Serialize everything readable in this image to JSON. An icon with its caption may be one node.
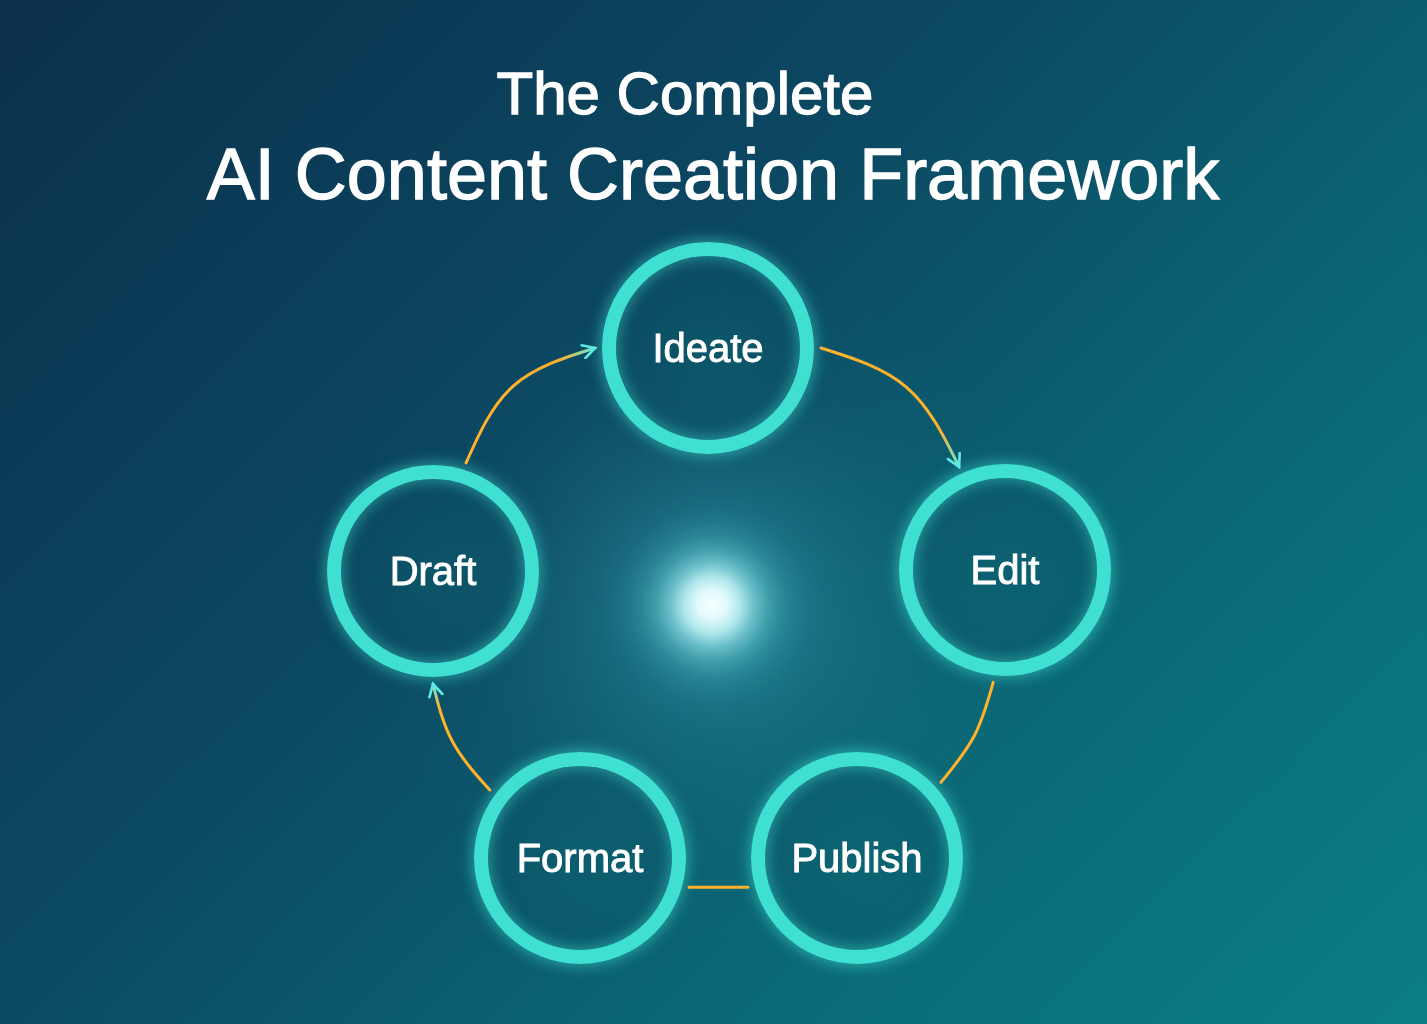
{
  "diagram": {
    "title": "The Complete AI Content Creation Framework",
    "nodes": [
      {
        "text": [
          "Ideate"
        ]
      },
      {
        "text": [
          "Draft"
        ]
      },
      {
        "text": [
          "Edit"
        ]
      },
      {
        "text": [
          "Format"
        ]
      },
      {
        "text": [
          "Publish"
        ]
      }
    ],
    "edges": [
      {
        "from": 0,
        "to": 2,
        "arrow": "to"
      },
      {
        "from": 2,
        "to": 4,
        "arrow": "none"
      },
      {
        "from": 4,
        "to": 3,
        "arrow": "none"
      },
      {
        "from": 3,
        "to": 1,
        "arrow": "to"
      },
      {
        "from": 1,
        "to": 0,
        "arrow": "to"
      }
    ]
  }
}
